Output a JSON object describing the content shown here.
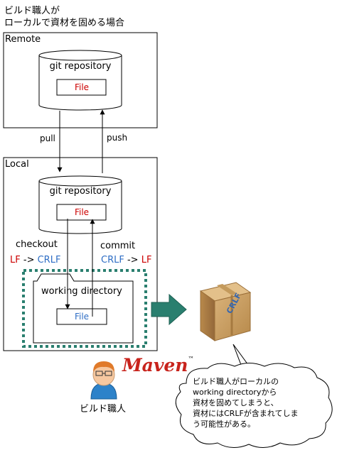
{
  "title": {
    "line1": "ビルド職人が",
    "line2": "ローカルで資材を固める場合"
  },
  "remote": {
    "label": "Remote",
    "repo_label": "git repository",
    "file_label": "File"
  },
  "arrows": {
    "pull": "pull",
    "push": "push",
    "checkout": "checkout",
    "commit": "commit",
    "checkout_conv": {
      "from": "LF",
      "arrow": "->",
      "to": "CRLF"
    },
    "commit_conv": {
      "from": "CRLF",
      "arrow": "->",
      "to": "LF"
    }
  },
  "local": {
    "label": "Local",
    "repo_label": "git repository",
    "file_label": "File",
    "workdir_label": "working directory",
    "workdir_file_label": "File"
  },
  "package": {
    "box_label": "CRLF"
  },
  "actor": {
    "logo_text": "Maven",
    "logo_mark": "™",
    "name": "ビルド職人"
  },
  "callout": {
    "lines": [
      "ビルド職人がローカルの",
      "working directoryから",
      "資材を固めてしまうと、",
      "資材にはCRLFが含まれてしま",
      "う可能性がある。"
    ]
  },
  "colors": {
    "red": "#cc0000",
    "blue": "#2f6ec5",
    "teal": "#2a7f6f",
    "maven_red": "#c8231c",
    "box_tan": "#c8a060"
  }
}
